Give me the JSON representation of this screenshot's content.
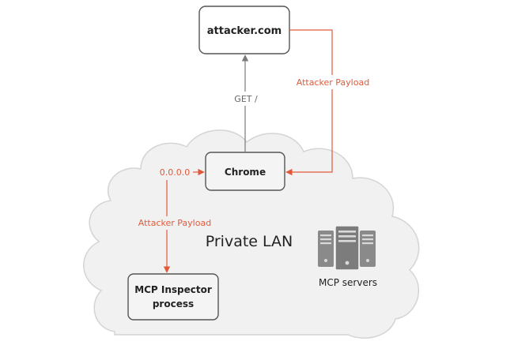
{
  "nodes": {
    "attacker_site": "attacker.com",
    "browser": "Chrome",
    "inspector": "MCP Inspector\nprocess",
    "servers": "MCP servers",
    "lan": "Private LAN"
  },
  "edges": {
    "get_request": "GET /",
    "payload_return": "Attacker Payload",
    "null_address": "0.0.0.0",
    "payload_forward": "Attacker Payload"
  },
  "colors": {
    "attack": "#e05a3a",
    "normal": "#7a7a7a",
    "cloud_fill": "#f1f1f1",
    "cloud_stroke": "#d4d4d4",
    "box_fill": "#f4f4f4",
    "box_stroke": "#555555",
    "text": "#222222",
    "server": "#8a8a8a"
  }
}
